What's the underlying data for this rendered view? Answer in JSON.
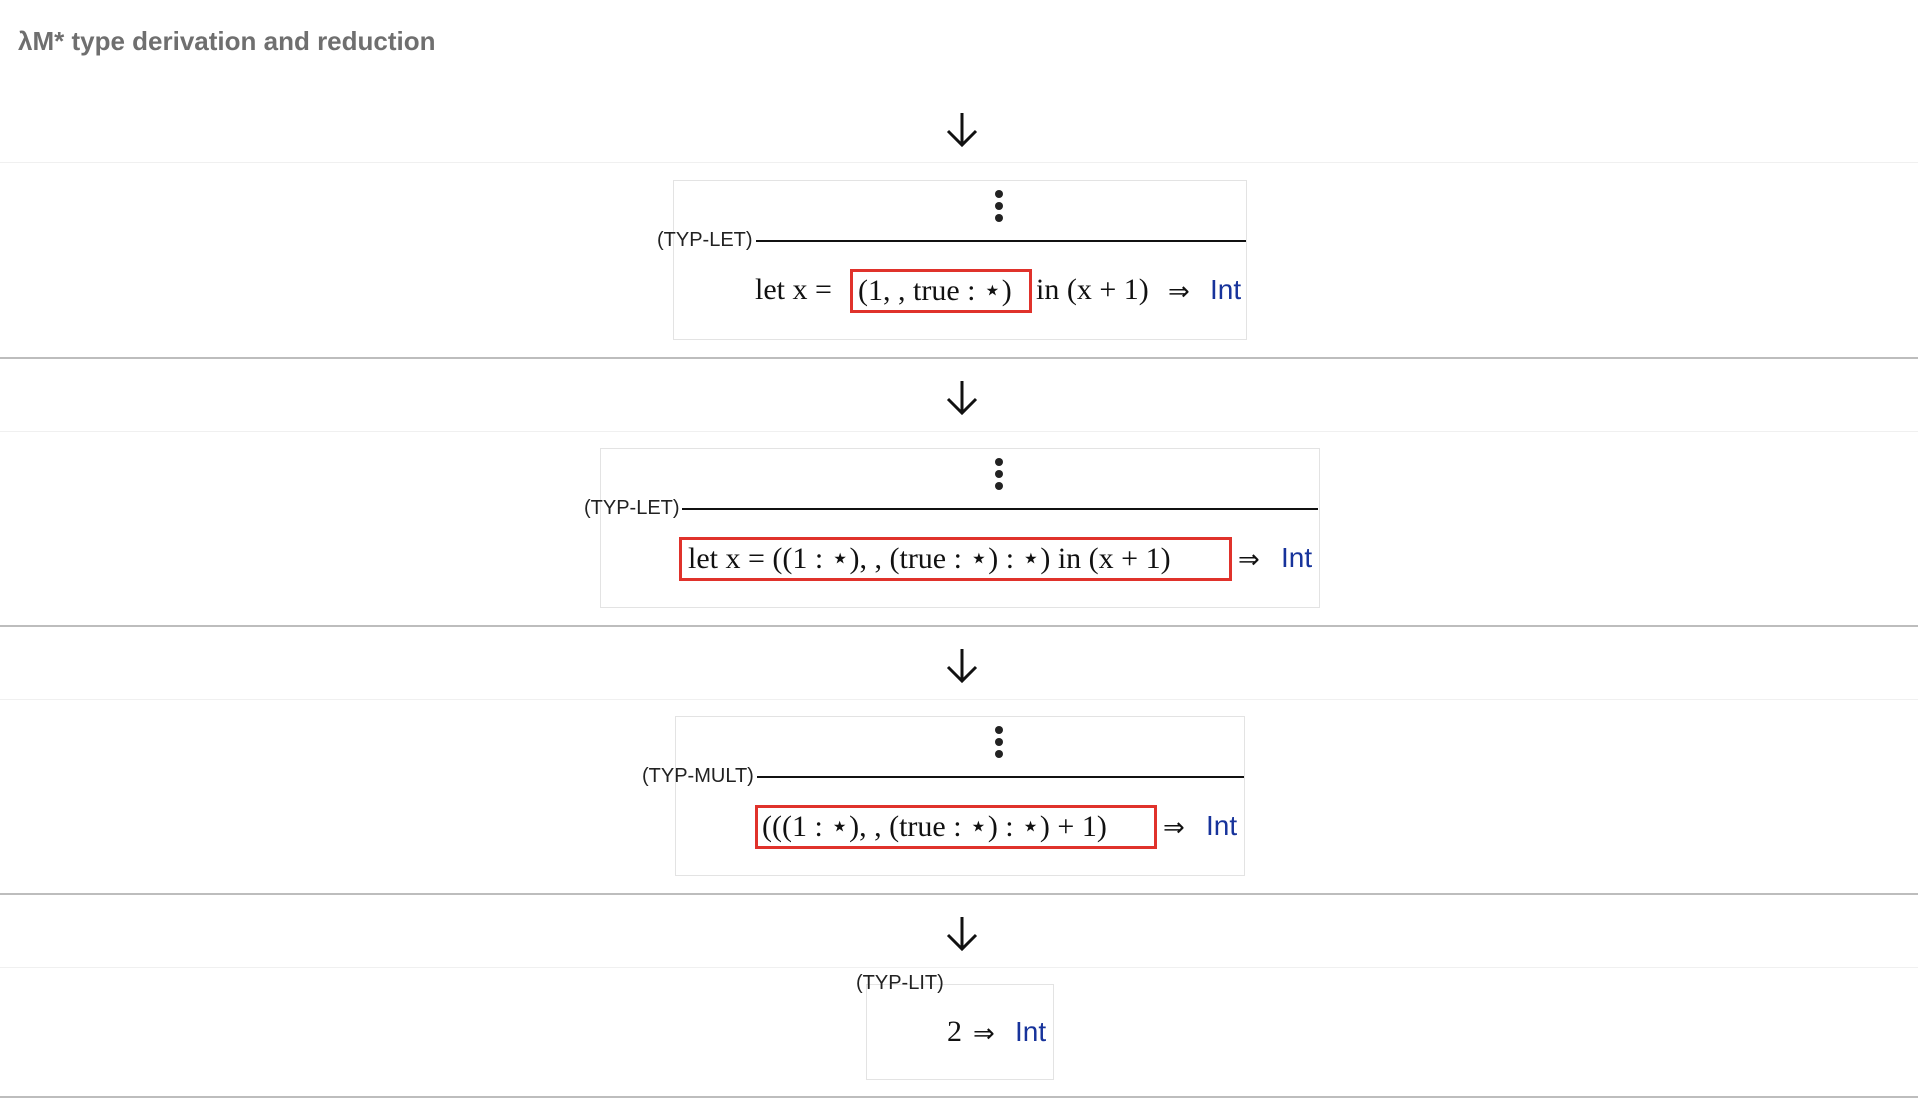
{
  "title": "λM* type derivation and reduction",
  "steps": [
    {
      "rule": "(TYP-LET)",
      "prefix": "let x = ",
      "highlight": "(1, , true : ⋆)",
      "suffix": " in (x + 1)",
      "implies": "⇒",
      "type": "Int"
    },
    {
      "rule": "(TYP-LET)",
      "prefix": "",
      "highlight": "let x = ((1 : ⋆), , (true : ⋆) : ⋆) in (x + 1)",
      "suffix": "",
      "implies": "⇒",
      "type": "Int"
    },
    {
      "rule": "(TYP-MULT)",
      "prefix": "",
      "highlight": "(((1 : ⋆), , (true : ⋆) : ⋆) + 1)",
      "suffix": "",
      "implies": "⇒",
      "type": "Int"
    },
    {
      "rule": "(TYP-LIT)",
      "term": "2",
      "implies": "⇒",
      "type": "Int"
    }
  ]
}
